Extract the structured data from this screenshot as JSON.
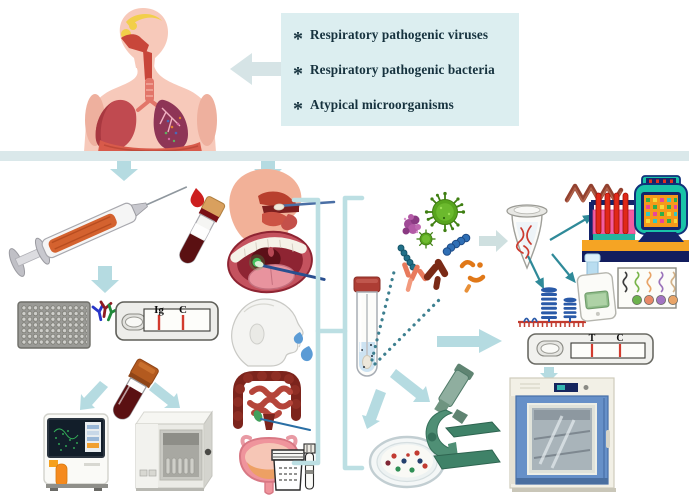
{
  "figure": {
    "info_box": {
      "bullet": "*",
      "items": [
        "Respiratory pathogenic viruses",
        "Respiratory pathogenic bacteria",
        "Atypical microorganisms"
      ]
    },
    "tests": {
      "serology_cassette": {
        "label_left": "Ig",
        "label_right": "C"
      },
      "antigen_cassette": {
        "label_left": "T",
        "label_right": "C"
      }
    },
    "colors": {
      "accent_teal_light": "#b5dbe1",
      "divider": "#dae8ea",
      "info_box_bg": "#dceef0",
      "info_text": "#16323e",
      "thin_arrow_teal": "#2f8a99",
      "test_line_red": "#d23b2e",
      "blood_red": "#5a1012",
      "virus_green": "#58a51e",
      "bacteria_purple": "#a04a96",
      "machine_teal": "#19c3a8",
      "bench_orange": "#f5a424",
      "bench_navy": "#121d5e",
      "incubator_blue": "#6690c8"
    }
  }
}
